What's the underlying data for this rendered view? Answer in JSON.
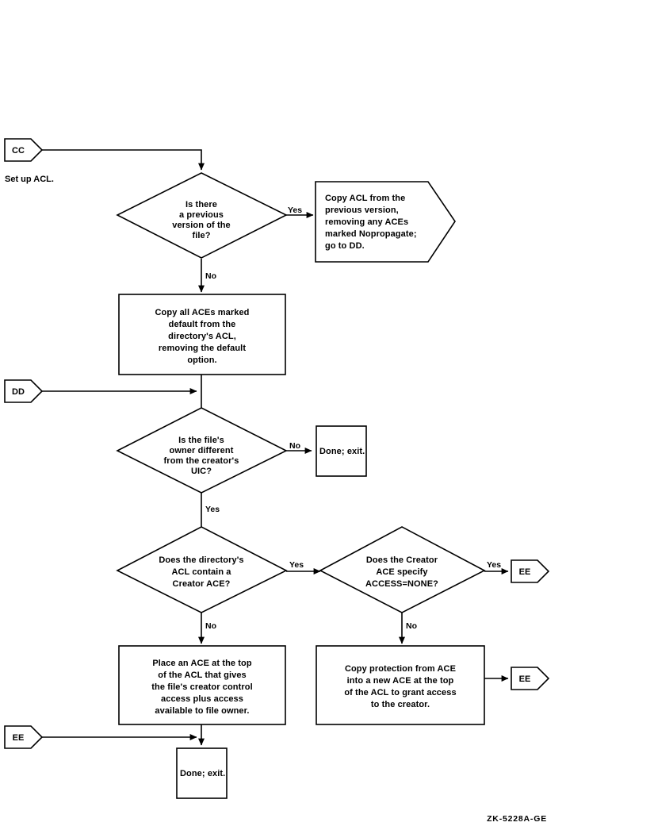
{
  "figure": {
    "caption": "ZK-5228A-GE",
    "note": "Set up ACL."
  },
  "connectors": {
    "cc_in": "CC",
    "dd_in": "DD",
    "ee_in": "EE",
    "ee_out_top": "EE",
    "ee_out_bottom": "EE"
  },
  "nodes": {
    "d1": {
      "type": "decision",
      "lines": [
        "Is there",
        "a previous",
        "version of the",
        "file?"
      ]
    },
    "p1": {
      "type": "flag",
      "lines": [
        "Copy ACL from the",
        "previous version,",
        "removing any ACEs",
        "marked Nopropagate;",
        "go to DD."
      ]
    },
    "p2": {
      "type": "process",
      "lines": [
        "Copy all ACEs marked",
        "default from the",
        "directory's ACL,",
        "removing the default",
        "option."
      ]
    },
    "d2": {
      "type": "decision",
      "lines": [
        "Is the file's",
        "owner different",
        "from the creator's",
        "UIC?"
      ]
    },
    "done1": {
      "type": "process",
      "lines": [
        "Done; exit."
      ]
    },
    "d3": {
      "type": "decision",
      "lines": [
        "Does the directory's",
        "ACL contain a",
        "Creator ACE?"
      ]
    },
    "d4": {
      "type": "decision",
      "lines": [
        "Does the Creator",
        "ACE specify",
        "ACCESS=NONE?"
      ]
    },
    "p3": {
      "type": "process",
      "lines": [
        "Place an ACE at the top",
        "of the ACL that gives",
        "the file's creator control",
        "access plus access",
        "available to file owner."
      ]
    },
    "p4": {
      "type": "process",
      "lines": [
        "Copy protection from ACE",
        "into a new ACE at the top",
        "of the ACL to grant access",
        "to the creator."
      ]
    },
    "done2": {
      "type": "process",
      "lines": [
        "Done; exit."
      ]
    }
  },
  "branch_labels": {
    "d1_yes": "Yes",
    "d1_no": "No",
    "d2_no": "No",
    "d2_yes": "Yes",
    "d3_yes": "Yes",
    "d3_no": "No",
    "d4_yes": "Yes",
    "d4_no": "No"
  },
  "colors": {
    "stroke": "#000000",
    "fill": "#ffffff",
    "text": "#000000"
  }
}
